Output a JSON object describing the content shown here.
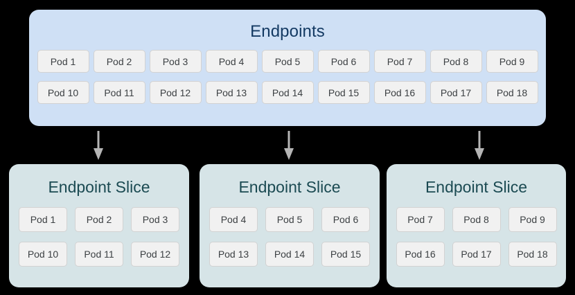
{
  "diagram": {
    "type": "kubernetes-endpointslice-diagram",
    "colors": {
      "background": "#000000",
      "endpoints_fill": "#cfe0f5",
      "endpoints_title": "#143a63",
      "slice_fill": "#d6e4e7",
      "slice_title": "#1b4a52",
      "pod_chip_fill": "#f1f1f1",
      "pod_chip_border": "#d2d2d2",
      "pod_chip_text": "#3c4043",
      "arrow": "#b5b5b5"
    },
    "endpoints": {
      "title": "Endpoints",
      "rows": [
        [
          "Pod 1",
          "Pod 2",
          "Pod 3",
          "Pod 4",
          "Pod 5",
          "Pod 6",
          "Pod 7",
          "Pod 8",
          "Pod 9"
        ],
        [
          "Pod 10",
          "Pod 11",
          "Pod 12",
          "Pod 13",
          "Pod 14",
          "Pod 15",
          "Pod 16",
          "Pod 17",
          "Pod 18"
        ]
      ]
    },
    "arrows": [
      {
        "name": "arrow-to-slice-1",
        "direction": "down"
      },
      {
        "name": "arrow-to-slice-2",
        "direction": "down"
      },
      {
        "name": "arrow-to-slice-3",
        "direction": "down"
      }
    ],
    "slices": [
      {
        "title": "Endpoint Slice",
        "rows": [
          [
            "Pod 1",
            "Pod 2",
            "Pod 3"
          ],
          [
            "Pod 10",
            "Pod 11",
            "Pod 12"
          ]
        ]
      },
      {
        "title": "Endpoint Slice",
        "rows": [
          [
            "Pod 4",
            "Pod 5",
            "Pod 6"
          ],
          [
            "Pod 13",
            "Pod 14",
            "Pod 15"
          ]
        ]
      },
      {
        "title": "Endpoint Slice",
        "rows": [
          [
            "Pod 7",
            "Pod 8",
            "Pod 9"
          ],
          [
            "Pod 16",
            "Pod 17",
            "Pod 18"
          ]
        ]
      }
    ]
  }
}
